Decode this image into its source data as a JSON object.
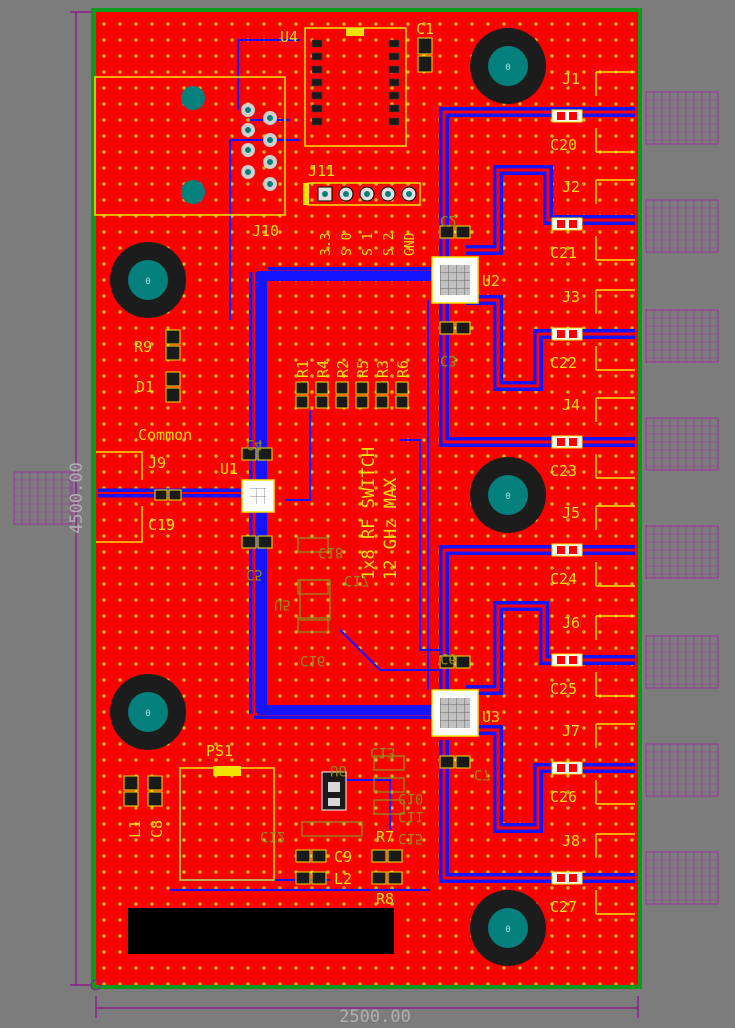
{
  "board": {
    "dim_width": "2500.00",
    "dim_height": "4500.00",
    "colors": {
      "background": "#7c7c7c",
      "copper_top": "#ff0000",
      "copper_bottom": "#1414ff",
      "outline": "#0b9a1b",
      "silk": "#f2e400",
      "silk_bottom": "#8e8e1c",
      "dimension": "#8c1c8c",
      "via_ring": "#f0ec1e",
      "mount_hole": "#04807c"
    }
  },
  "labels": {
    "title_line1": "1x8 RF SWITCH",
    "title_line2": "12 GHz MAX",
    "common": "Common"
  },
  "pin_labels": [
    "3.3",
    "S 0",
    "S 1",
    "S 2",
    "GND"
  ],
  "hole_label": "0",
  "designators": {
    "top": [
      "U4",
      "C1",
      "J11",
      "J10",
      "R9",
      "D1",
      "J9",
      "C19",
      "U1",
      "PS1",
      "L1",
      "C8",
      "C9",
      "L2",
      "R7",
      "R8",
      "U2",
      "U3",
      "J1",
      "J2",
      "J3",
      "J4",
      "J5",
      "J6",
      "J7",
      "J8",
      "C20",
      "C21",
      "C22",
      "C23",
      "C24",
      "C25",
      "C26",
      "C27",
      "R1",
      "R4",
      "R2",
      "R5",
      "R3",
      "R6"
    ],
    "bottom": [
      "C4",
      "C5",
      "C3",
      "C6",
      "C7",
      "C10",
      "C11",
      "C12",
      "C13",
      "C15",
      "C16",
      "C17",
      "C18",
      "U5",
      "U6",
      "C2"
    ]
  }
}
